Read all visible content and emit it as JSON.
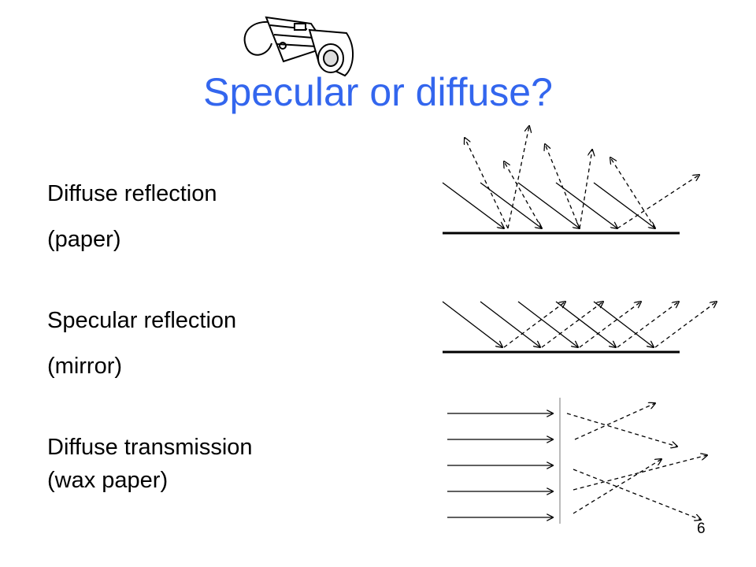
{
  "slide": {
    "title": "Specular or diffuse?",
    "page_number": "6",
    "illustration": "flashlight-icon"
  },
  "rows": [
    {
      "name": "Diffuse reflection",
      "example": "(paper)"
    },
    {
      "name": "Specular reflection",
      "example": "(mirror)"
    },
    {
      "name": "Diffuse transmission",
      "example": "(wax paper)"
    }
  ],
  "colors": {
    "title": "#3366ee",
    "text": "#000000"
  }
}
